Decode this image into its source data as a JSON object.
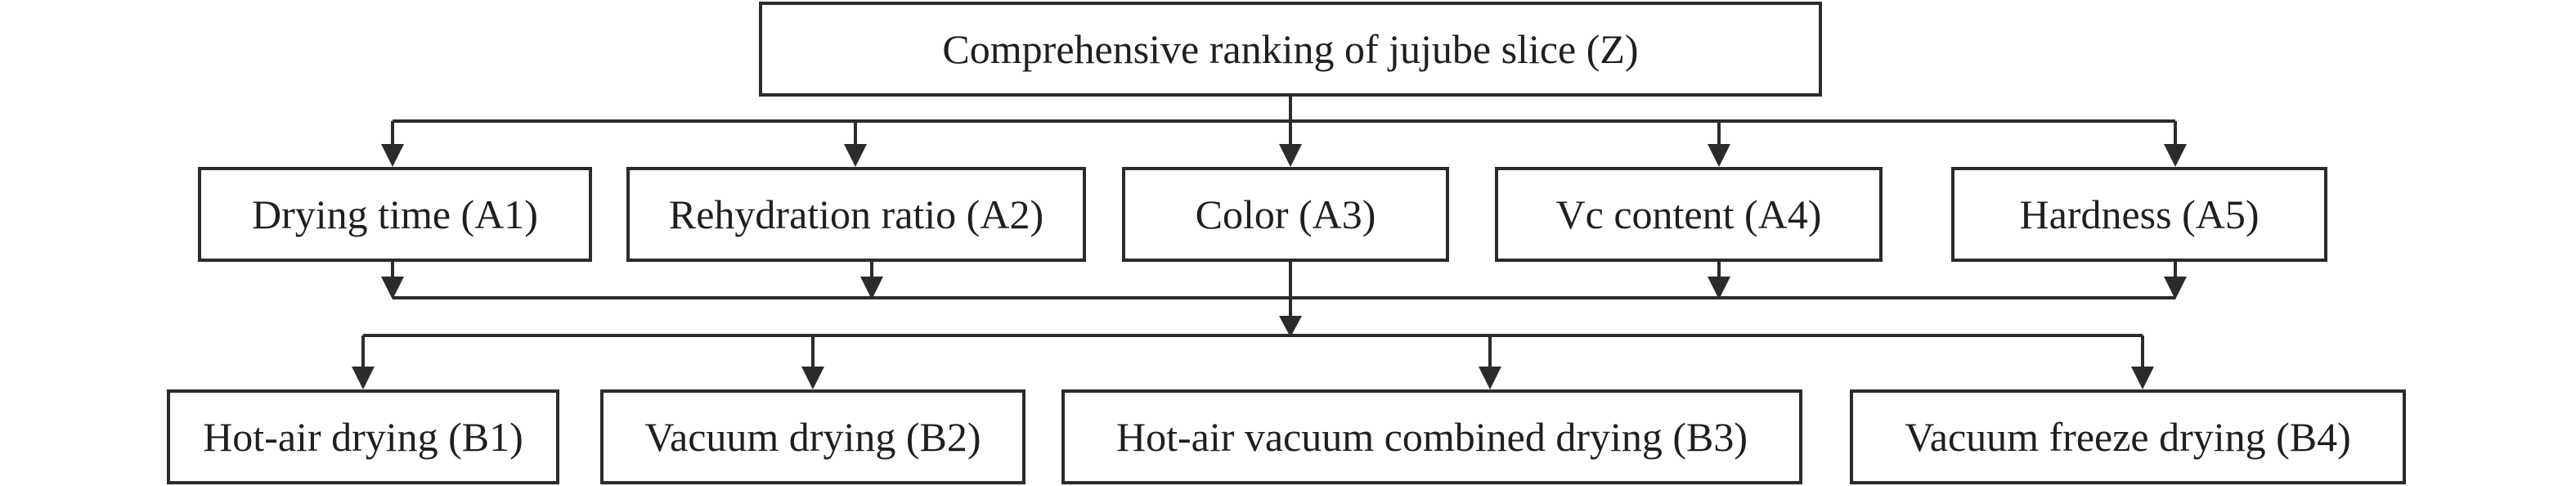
{
  "diagram": {
    "goal": {
      "label": "Comprehensive ranking of jujube slice (Z)"
    },
    "criteria": [
      {
        "label": "Drying time (A1)"
      },
      {
        "label": "Rehydration ratio (A2)"
      },
      {
        "label": "Color (A3)"
      },
      {
        "label": "Vc content (A4)"
      },
      {
        "label": "Hardness (A5)"
      }
    ],
    "alternatives": [
      {
        "label": "Hot-air drying (B1)"
      },
      {
        "label": "Vacuum drying (B2)"
      },
      {
        "label": "Hot-air vacuum combined drying (B3)"
      },
      {
        "label": "Vacuum freeze drying (B4)"
      }
    ],
    "colors": {
      "stroke": "#2b2b2b",
      "text": "#1f1f1f",
      "background": "#ffffff"
    }
  }
}
